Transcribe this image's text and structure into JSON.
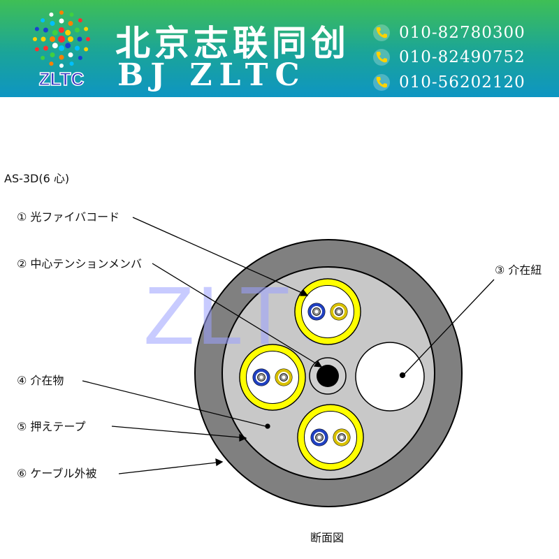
{
  "header": {
    "brand_cn": "北京志联同创",
    "brand_en": "BJ ZLTC",
    "logo_text": "ZLTC",
    "phones": [
      "010-82780300",
      "010-82490752",
      "010-56202120"
    ],
    "colors": {
      "top": "#3fbf55",
      "bottom": "#0e95c2"
    }
  },
  "diagram": {
    "title": "AS-3D(6 心)",
    "watermark": "ZLTC",
    "caption": "断面図",
    "labels": [
      "① 光ファイバコード",
      "② 中心テンションメンバ",
      "③ 介在紐",
      "④ 介在物",
      "⑤ 押えテープ",
      "⑥ ケーブル外被"
    ],
    "colors": {
      "sheath": "#808080",
      "filler": "#c8c8c8",
      "cord_ring": "#ffff00",
      "fiber_blue": "#2040c0",
      "fiber_yellow": "#d8c000",
      "tension_member": "#000000",
      "watermark": "#9aa0ff"
    }
  }
}
